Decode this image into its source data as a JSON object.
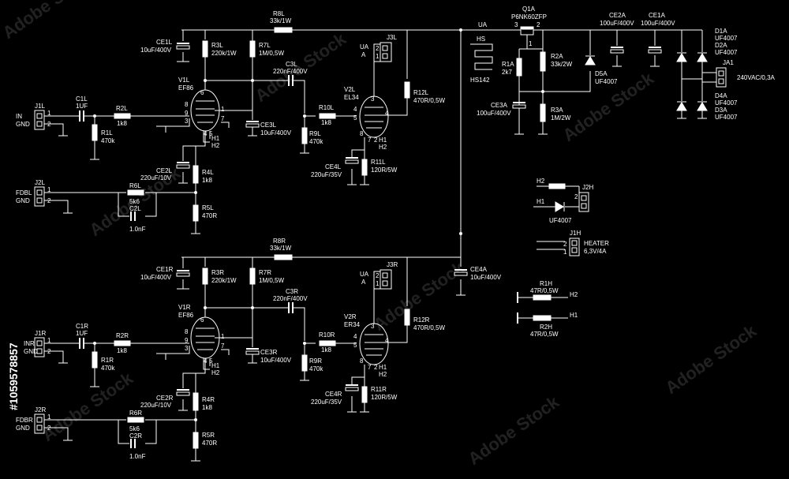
{
  "watermark": {
    "brand": "Adobe Stock",
    "stock_id": "#1059578857"
  },
  "left_channel": {
    "inputs": {
      "connector": "J1L",
      "pin1": "IN",
      "pin2": "GND",
      "feedback_connector": "J2L",
      "fb_pin1": "FDBL",
      "fb_pin2": "GND"
    },
    "tubes": {
      "v1": "V1L",
      "v1_type": "EF86",
      "v2": "V2L",
      "v2_type": "EL34"
    },
    "parts": {
      "c1": "C1L",
      "c1v": "1UF",
      "r1": "R1L",
      "r1v": "470k",
      "r2": "R2L",
      "r2v": "1k8",
      "r3": "R3L",
      "r3v": "220k/1W",
      "r4": "R4L",
      "r4v": "1k8",
      "r5": "R5L",
      "r5v": "470R",
      "r6": "R6L",
      "r6v": "5k6",
      "c2": "C2L",
      "c2v": "1.0nF",
      "ce1": "CE1L",
      "ce1v": "10uF/400V",
      "ce2": "CE2L",
      "ce2v": "220uF/10V",
      "r7": "R7L",
      "r7v": "1M/0,5W",
      "r8": "R8L",
      "r8v": "33k/1W",
      "c3": "C3L",
      "c3v": "220nF/400V",
      "ce3": "CE3L",
      "ce3v": "10uF/400V",
      "r9": "R9L",
      "r9v": "470k",
      "r10": "R10L",
      "r10v": "1k8",
      "r11": "R11L",
      "r11v": "120R/5W",
      "ce4": "CE4L",
      "ce4v": "220uF/35V",
      "r12": "R12L",
      "r12v": "470R/0,5W",
      "j3": "J3L",
      "ua": "UA",
      "a": "A",
      "h1": "H1",
      "h2": "H2"
    }
  },
  "right_channel": {
    "inputs": {
      "connector": "J1R",
      "pin1": "INR",
      "pin2": "GND",
      "feedback_connector": "J2R",
      "fb_pin1": "FDBR",
      "fb_pin2": "GND"
    },
    "tubes": {
      "v1": "V1R",
      "v1_type": "EF86",
      "v2": "V2R",
      "v2_type": "ER34"
    },
    "parts": {
      "c1": "C1R",
      "c1v": "1UF",
      "r1": "R1R",
      "r1v": "470k",
      "r2": "R2R",
      "r2v": "1k8",
      "r3": "R3R",
      "r3v": "220k/1W",
      "r4": "R4R",
      "r4v": "1k8",
      "r5": "R5R",
      "r5v": "470R",
      "r6": "R6R",
      "r6v": "5k6",
      "c2": "C2R",
      "c2v": "1.0nF",
      "ce1": "CE1R",
      "ce1v": "10uF/400V",
      "ce2": "CE2R",
      "ce2v": "220uF/10V",
      "r7": "R7R",
      "r7v": "1M/0,5W",
      "r8": "R8R",
      "r8v": "33k/1W",
      "c3": "C3R",
      "c3v": "220nF/400V",
      "ce3": "CE3R",
      "ce3v": "10uF/400V",
      "r9": "R9R",
      "r9v": "470k",
      "r10": "R10R",
      "r10v": "1k8",
      "r11": "R11R",
      "r11v": "120R/5W",
      "ce4": "CE4R",
      "ce4v": "220uF/35V",
      "r12": "R12R",
      "r12v": "470R/0,5W",
      "j3": "J3R",
      "ua": "UA",
      "a": "A",
      "h1": "H1",
      "h2": "H2"
    }
  },
  "power": {
    "ua": "UA",
    "q1": "Q1A",
    "q1v": "P6NK60ZFP",
    "hs": "HS",
    "hsv": "HS142",
    "r1a": "R1A",
    "r1av": "2k7",
    "r2a": "R2A",
    "r2av": "33k/2W",
    "r3a": "R3A",
    "r3av": "1M/2W",
    "ce3a": "CE3A",
    "ce3av": "100uF/400V",
    "d5a": "D5A",
    "d5av": "UF4007",
    "ce2a": "CE2A",
    "ce2av": "100uF/400V",
    "ce1a": "CE1A",
    "ce1av": "100uF/400V",
    "d1a": "D1A",
    "d1av": "UF4007",
    "d2a": "D2A",
    "d2av": "UF4007",
    "d3a": "D3A",
    "d3av": "UF4007",
    "d4a": "D4A",
    "d4av": "UF4007",
    "ja1": "JA1",
    "ja1v": "240VAC/0,3A",
    "ce4a": "CE4A",
    "ce4av": "10uF/400V",
    "pin1": "1",
    "pin2": "2",
    "pin3": "3"
  },
  "heater": {
    "j2h": "J2H",
    "h1": "H1",
    "h2": "H2",
    "dh": "UF4007",
    "j1h": "J1H",
    "heater_label": "HEATER",
    "heater_value": "6,3V/4A",
    "r1h": "R1H",
    "r1hv": "47R/0,5W",
    "r2h": "R2H",
    "r2hv": "47R/0,5W"
  },
  "pins": {
    "p1": "1",
    "p2": "2",
    "p3": "3",
    "p4": "4",
    "p5": "5",
    "p6": "6",
    "p7": "7",
    "p8": "8",
    "p9": "9"
  }
}
